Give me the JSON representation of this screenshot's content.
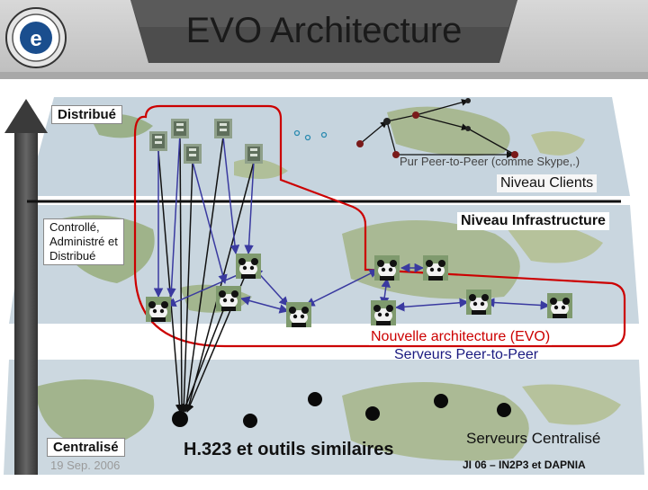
{
  "slide": {
    "title": "EVO Architecture",
    "footer_date": "19 Sep. 2006",
    "footer_event": "JI 06 – IN2P3 et DAPNIA"
  },
  "labels": {
    "distribue": "Distribué",
    "controlle": "Controllé,\nAdministré et\nDistribué",
    "centralise": "Centralisé",
    "p2p_pure": "Pur Peer-to-Peer (comme Skype,.)",
    "niveau_clients": "Niveau Clients",
    "niveau_infra": "Niveau Infrastructure",
    "evo_line1": "Nouvelle architecture (EVO)",
    "evo_line2": "Serveurs Peer-to-Peer",
    "h323": "H.323 et outils similaires",
    "serveurs_centralise": "Serveurs Centralisé"
  },
  "colors": {
    "accent_red": "#cc0000",
    "arrow_blue": "#3a3aa0",
    "text_blue": "#1a1a80",
    "grey_text": "#9a9a9a"
  }
}
